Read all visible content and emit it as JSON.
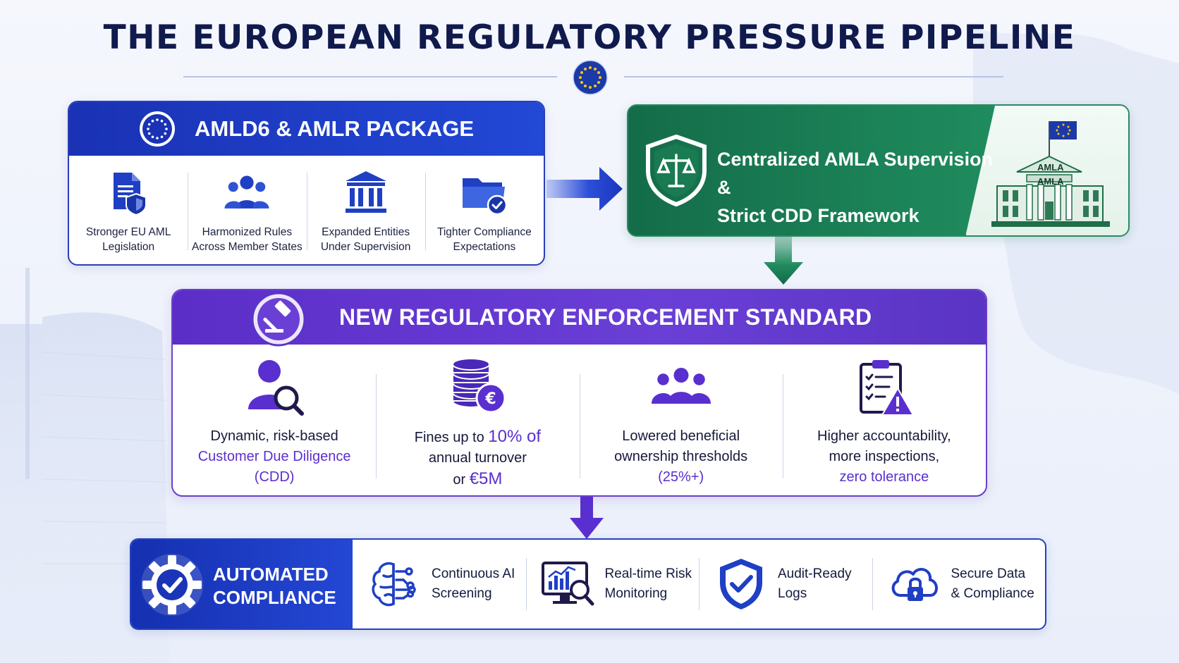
{
  "title": "THE EUROPEAN REGULATORY PRESSURE PIPELINE",
  "colors": {
    "navy": "#101a4c",
    "blue": "#2248d6",
    "green": "#1f8a5d",
    "purple": "#6a3fd6",
    "eu_gold": "#f5c518"
  },
  "package": {
    "title": "AMLD6 & AMLR PACKAGE",
    "items": [
      {
        "icon": "document-shield-icon",
        "line1": "Stronger EU AML",
        "line2": "Legislation"
      },
      {
        "icon": "people-group-icon",
        "line1": "Harmonized Rules",
        "line2": "Across Member States"
      },
      {
        "icon": "institution-icon",
        "line1": "Expanded Entities",
        "line2": "Under Supervision"
      },
      {
        "icon": "folder-check-icon",
        "line1": "Tighter Compliance",
        "line2": "Expectations"
      }
    ]
  },
  "supervision": {
    "line1": "Centralized AMLA Supervision &",
    "line2": "Strict CDD Framework",
    "building_label1": "AMLA",
    "building_label2": "AMLA"
  },
  "enforcement": {
    "title": "NEW REGULATORY ENFORCEMENT STANDARD",
    "items": [
      {
        "icon": "person-search-icon",
        "plain1": "Dynamic, risk-based",
        "hl": "Customer Due Diligence",
        "plain2": "(CDD)"
      },
      {
        "icon": "coins-euro-icon",
        "pre": "Fines up to ",
        "hl1": "10% of",
        "mid": "annual turnover",
        "pre2": "or ",
        "hl2": "€5M"
      },
      {
        "icon": "people-ownership-icon",
        "plain1": "Lowered beneficial",
        "plain2": "ownership thresholds",
        "hl": "(25%+)"
      },
      {
        "icon": "clipboard-warning-icon",
        "plain1": "Higher accountability,",
        "plain2": "more inspections,",
        "hl": "zero tolerance"
      }
    ]
  },
  "automation": {
    "line1": "AUTOMATED",
    "line2": "COMPLIANCE",
    "items": [
      {
        "icon": "ai-brain-icon",
        "line1": "Continuous AI",
        "line2": "Screening"
      },
      {
        "icon": "monitor-analytics-icon",
        "line1": "Real-time Risk",
        "line2": "Monitoring"
      },
      {
        "icon": "shield-check-icon",
        "line1": "Audit-Ready",
        "line2": "Logs"
      },
      {
        "icon": "cloud-lock-icon",
        "line1": "Secure Data",
        "line2": "& Compliance"
      }
    ]
  }
}
